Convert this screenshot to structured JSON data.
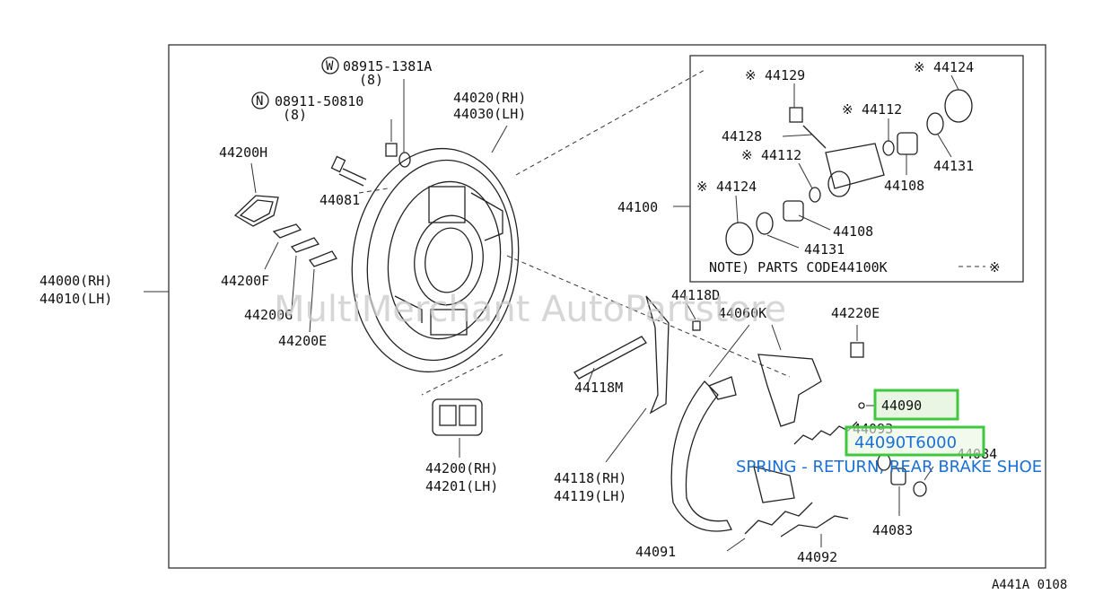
{
  "labels": {
    "p_w": "W",
    "p_w_num": "08915-1381A",
    "p_w_qty": "(8)",
    "p_n": "N",
    "p_n_num": "08911-50810",
    "p_n_qty": "(8)",
    "p_44020": "44020(RH)",
    "p_44030": "44030(LH)",
    "p_44200h": "44200H",
    "p_44081": "44081",
    "p_44200f": "44200F",
    "p_44200g": "44200G",
    "p_44200e": "44200E",
    "p_44000": "44000(RH)",
    "p_44010": "44010(LH)",
    "p_44200": "44200(RH)",
    "p_44201": "44201(LH)",
    "p_44118m": "44118M",
    "p_44118": "44118(RH)",
    "p_44119": "44119(LH)",
    "p_44118d": "44118D",
    "p_44060k": "44060K",
    "p_44220e": "44220E",
    "p_44090": "44090",
    "p_44090t": "44090T6000",
    "p_44084": "44084",
    "p_44083": "44083",
    "p_44091": "44091",
    "p_44092": "44092",
    "p_44093": "44093",
    "p_44100": "44100",
    "p_44129": "44129",
    "p_44124a": "44124",
    "p_44112a": "44112",
    "p_44128": "44128",
    "p_44112b": "44112",
    "p_44131a": "44131",
    "p_44108a": "44108",
    "p_44124b": "44124",
    "p_44108b": "44108",
    "p_44131b": "44131",
    "note": "NOTE) PARTS CODE44100K",
    "description": "SPRING - RETURN, REAR BRAKE SHOE",
    "ref_code": "A441A 0108",
    "watermark": "MultiMerchant AutoPartstore"
  },
  "symbols": {
    "asterisk": "※"
  },
  "colors": {
    "highlight_border": "#3ec83e",
    "highlight_fill": "#e9f6e3",
    "link_text": "#1a6fd6",
    "line": "#222222"
  }
}
